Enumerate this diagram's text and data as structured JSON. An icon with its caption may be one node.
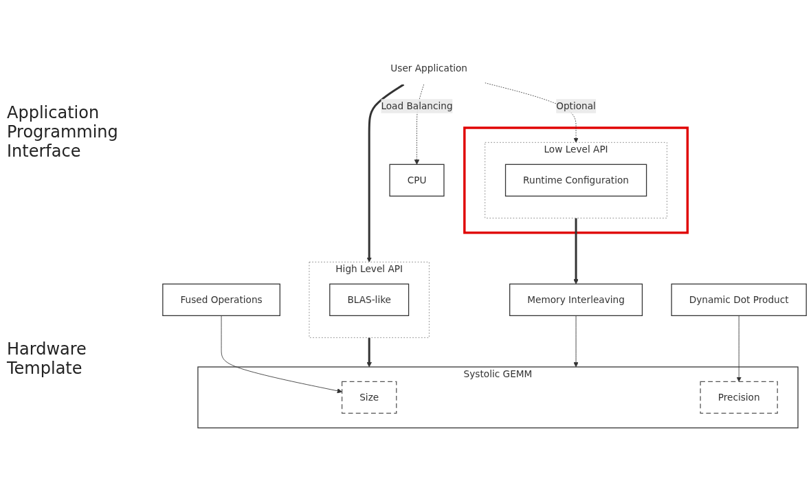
{
  "diagram": {
    "nodes": [
      {
        "text": [
          "CPU"
        ]
      },
      {
        "text": [
          "User Application"
        ]
      },
      {
        "text": [
          "High Level API"
        ]
      },
      {
        "text": [
          "BLAS-like"
        ],
        "in": 2
      },
      {
        "text": [],
        "shape": "box"
      },
      {
        "text": [
          "Low Level API"
        ],
        "in": 4
      },
      {
        "text": [
          "Runtime Configuration"
        ],
        "in": 5
      },
      {
        "text": [
          "Systolic GEMM"
        ]
      },
      {
        "text": [
          "Size"
        ],
        "in": 7
      },
      {
        "text": [
          "Precision"
        ],
        "in": 7
      },
      {
        "text": [
          "Memory Interleaving"
        ]
      },
      {
        "text": [
          "Fused Operations"
        ]
      },
      {
        "text": [
          "Dynamic Dot Product"
        ]
      }
    ],
    "edges": [
      {
        "from": 1,
        "to": 0,
        "arrow": "to",
        "label": "Load Balancing",
        "style": "dashed"
      },
      {
        "from": 1,
        "to": 2,
        "arrow": "to",
        "style": "thick"
      },
      {
        "from": 1,
        "to": 5,
        "arrow": "to",
        "label": "Optional",
        "style": "dashed"
      },
      {
        "from": 2,
        "to": 7,
        "arrow": "to",
        "style": "thick"
      },
      {
        "from": 5,
        "to": 10,
        "arrow": "to",
        "style": "thick"
      },
      {
        "from": 10,
        "to": 7,
        "arrow": "to"
      },
      {
        "from": 11,
        "to": 8,
        "arrow": "to"
      },
      {
        "from": 12,
        "to": 9,
        "arrow": "to"
      }
    ],
    "labels": [
      "Application Programming Interface",
      "Hardware Template"
    ]
  }
}
